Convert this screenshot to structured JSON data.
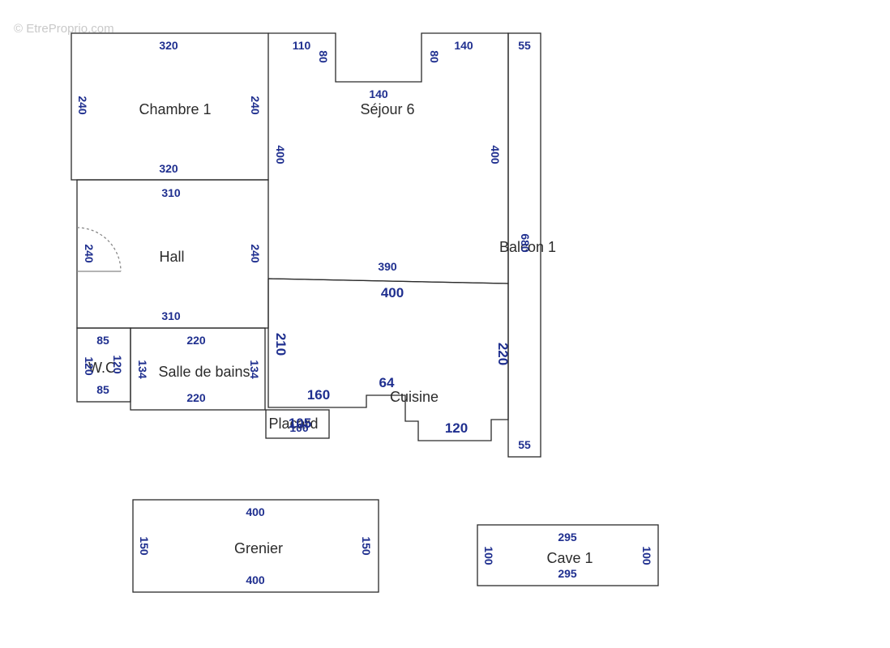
{
  "watermark": "© EtreProprio.com",
  "rooms": {
    "chambre": "Chambre 1",
    "sejour": "Séjour 6",
    "balcon": "Balcon 1",
    "hall": "Hall",
    "wc": "W.C",
    "sdb": "Salle de bains",
    "cuisine": "Cuisine",
    "placard": "Placard",
    "grenier": "Grenier",
    "cave": "Cave 1"
  },
  "dims": {
    "chambre_top": "320",
    "chambre_bottom": "320",
    "chambre_left": "240",
    "chambre_right": "240",
    "sejour_110": "110",
    "sejour_80a": "80",
    "sejour_80b": "80",
    "sejour_140top": "140",
    "sejour_140mid": "140",
    "sejour_400l": "400",
    "sejour_400r": "400",
    "sejour_390": "390",
    "balcon_55top": "55",
    "balcon_55bottom": "55",
    "balcon_overlap": "680",
    "hall_310top": "310",
    "hall_310bottom": "310",
    "hall_240l": "240",
    "hall_240r": "240",
    "cuisine_400": "400",
    "cuisine_210": "210",
    "cuisine_220": "220",
    "cuisine_160": "160",
    "cuisine_64": "64",
    "cuisine_120": "120",
    "wc_85top": "85",
    "wc_85bottom": "85",
    "wc_120a": "120",
    "wc_120b": "120",
    "sdb_220top": "220",
    "sdb_220bottom": "220",
    "sdb_134l": "134",
    "sdb_134r": "134",
    "placard_105": "105",
    "placard_100": "100",
    "grenier_400top": "400",
    "grenier_400bottom": "400",
    "grenier_150l": "150",
    "grenier_150r": "150",
    "cave_295top": "295",
    "cave_295bottom": "295",
    "cave_100l": "100",
    "cave_100r": "100"
  }
}
